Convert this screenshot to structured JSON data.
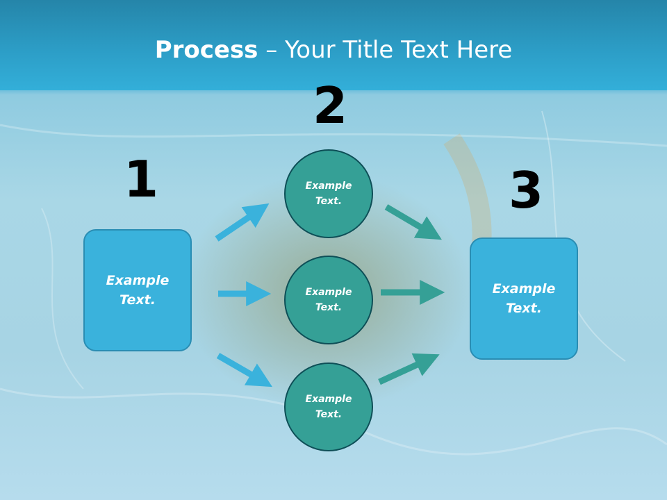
{
  "title": {
    "bold": "Process",
    "rest": " – Your Title Text Here"
  },
  "steps": [
    {
      "number": "1",
      "label": "Example\nText."
    },
    {
      "number": "2",
      "labels": [
        "Example\nText.",
        "Example\nText.",
        "Example\nText."
      ]
    },
    {
      "number": "3",
      "label": "Example\nText."
    }
  ],
  "colors": {
    "box": "#3ab2dc",
    "circle": "#35a096",
    "arrow_blue": "#3ab2dc",
    "arrow_teal": "#35a096"
  }
}
